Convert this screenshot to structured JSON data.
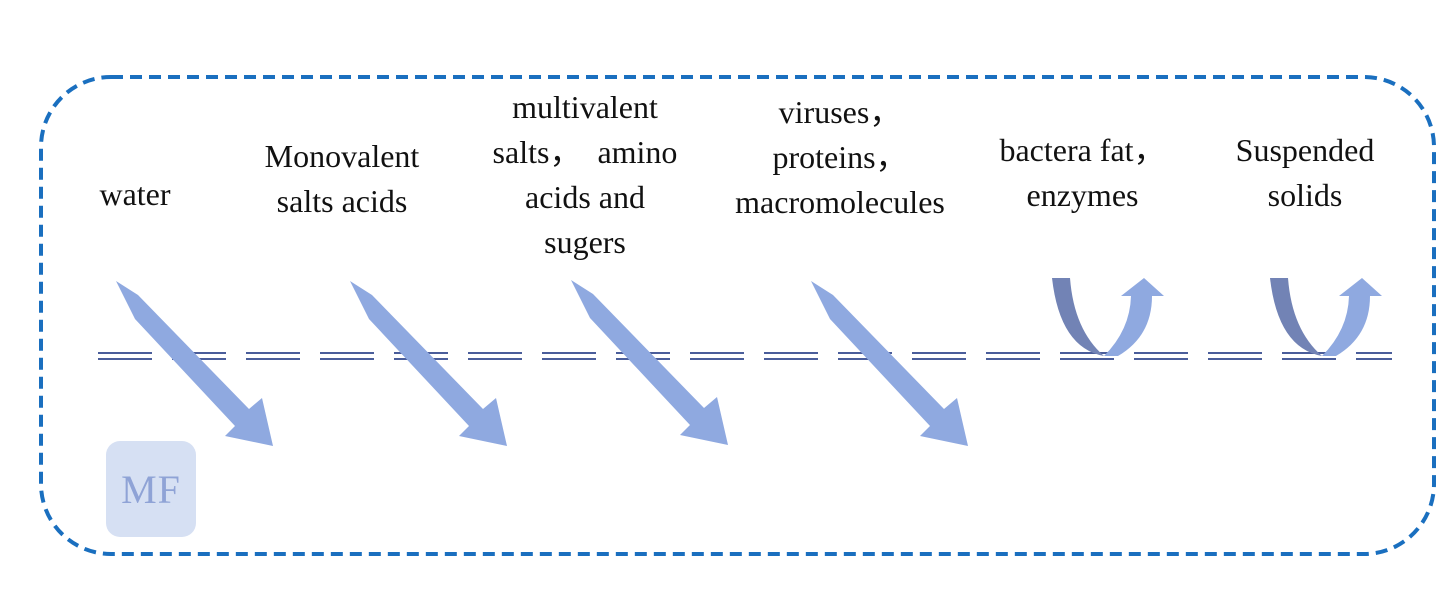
{
  "colors": {
    "frame": "#1a6fbf",
    "membrane": "#4a5d9a",
    "pass_arrow": "#8fa9e0",
    "reject_dark": "#7283b5",
    "reject_light": "#8fa9e0",
    "badge_bg": "#d6e0f3",
    "badge_text": "#8fa3d6"
  },
  "components": [
    {
      "label": "water",
      "passes": true
    },
    {
      "label": "Monovalent\nsalts acids",
      "passes": true
    },
    {
      "label": "multivalent\nsalts，  amino\nacids and\nsugers",
      "passes": true
    },
    {
      "label": "viruses，\nproteins，\nmacromolecules",
      "passes": true
    },
    {
      "label": "bactera fat，\nenzymes",
      "passes": false
    },
    {
      "label": "Suspended\nsolids",
      "passes": false
    }
  ],
  "membrane": {
    "label": "MF"
  }
}
